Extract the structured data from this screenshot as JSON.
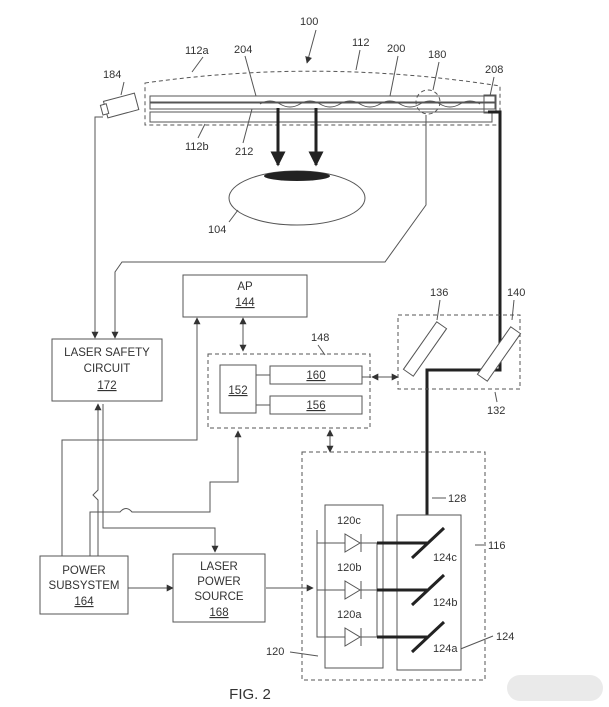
{
  "figure": {
    "caption": "FIG. 2",
    "labels": {
      "ref_100": "100",
      "ref_112a": "112a",
      "ref_112": "112",
      "ref_200": "200",
      "ref_180": "180",
      "ref_208": "208",
      "ref_204": "204",
      "ref_184": "184",
      "ref_112b": "112b",
      "ref_212": "212",
      "ref_104": "104",
      "ref_136": "136",
      "ref_140": "140",
      "ref_148": "148",
      "ref_132": "132",
      "ref_128": "128",
      "ref_116": "116",
      "ref_120c": "120c",
      "ref_120b": "120b",
      "ref_120a": "120a",
      "ref_124c": "124c",
      "ref_124b": "124b",
      "ref_124a": "124a",
      "ref_124": "124",
      "ref_120": "120"
    },
    "blocks": {
      "ap_title": "AP",
      "ap_ref": "144",
      "laser_safety_line1": "LASER SAFETY",
      "laser_safety_line2": "CIRCUIT",
      "laser_safety_ref": "172",
      "ref_152": "152",
      "ref_160": "160",
      "ref_156": "156",
      "power_subsystem_line1": "POWER",
      "power_subsystem_line2": "SUBSYSTEM",
      "power_subsystem_ref": "164",
      "laser_power_line1": "LASER",
      "laser_power_line2": "POWER",
      "laser_power_line3": "SOURCE",
      "laser_power_ref": "168"
    }
  }
}
